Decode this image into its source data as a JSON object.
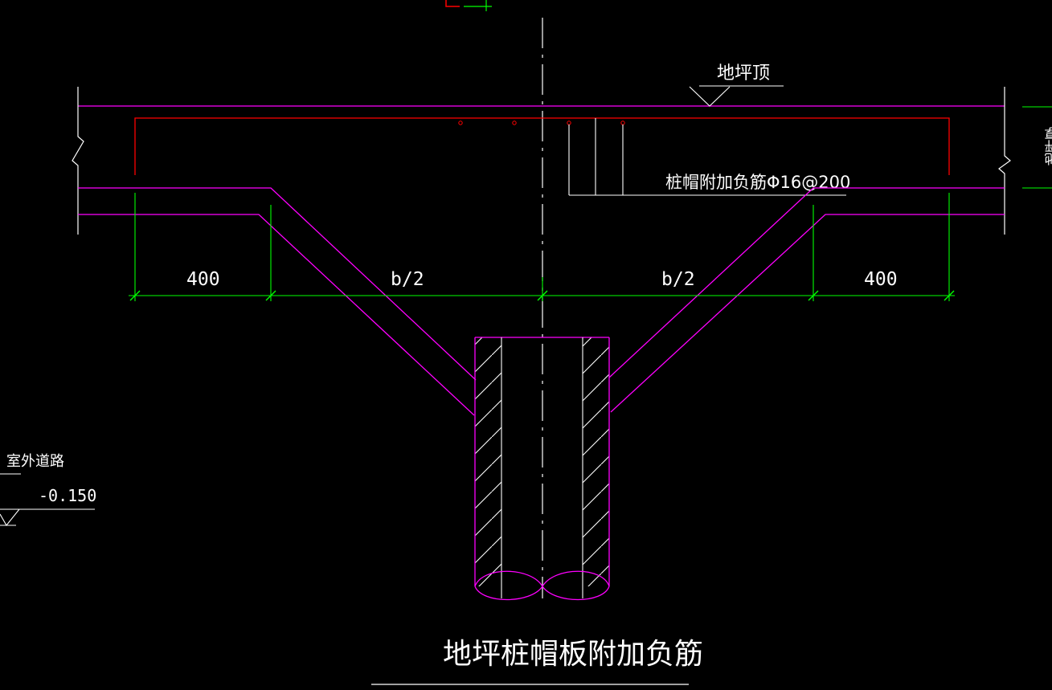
{
  "colors": {
    "background": "#000000",
    "magenta": "#ff00ff",
    "red": "#ff0000",
    "green": "#00ff00",
    "white": "#ffffff",
    "text": "#ffffff"
  },
  "labels": {
    "floor_top": "地坪顶",
    "rebar_note": "桩帽附加负筋Φ16@200",
    "right_edge_label": "地坪厚",
    "outdoor_road": "室外道路",
    "elevation": "-0.150",
    "title": "地坪桩帽板附加负筋"
  },
  "dimensions": {
    "left_400": "400",
    "left_b2": "b/2",
    "right_b2": "b/2",
    "right_400": "400"
  }
}
